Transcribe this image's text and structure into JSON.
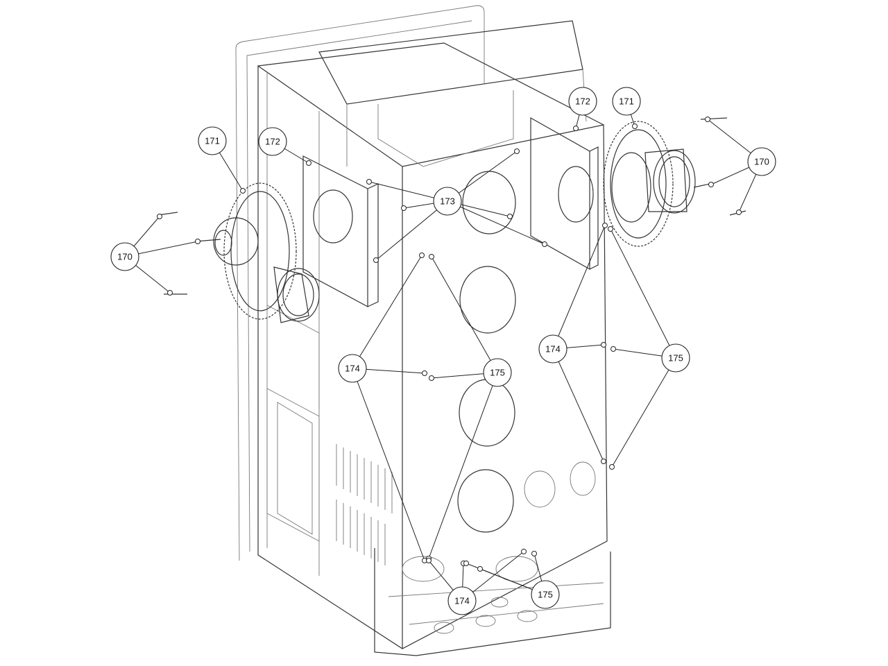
{
  "diagram": {
    "type": "exploded-parts-view",
    "callouts": [
      {
        "label": "171"
      },
      {
        "label": "172"
      },
      {
        "label": "170"
      },
      {
        "label": "173"
      },
      {
        "label": "172"
      },
      {
        "label": "171"
      },
      {
        "label": "170"
      },
      {
        "label": "174"
      },
      {
        "label": "175"
      },
      {
        "label": "174"
      },
      {
        "label": "175"
      },
      {
        "label": "174"
      },
      {
        "label": "175"
      }
    ]
  }
}
